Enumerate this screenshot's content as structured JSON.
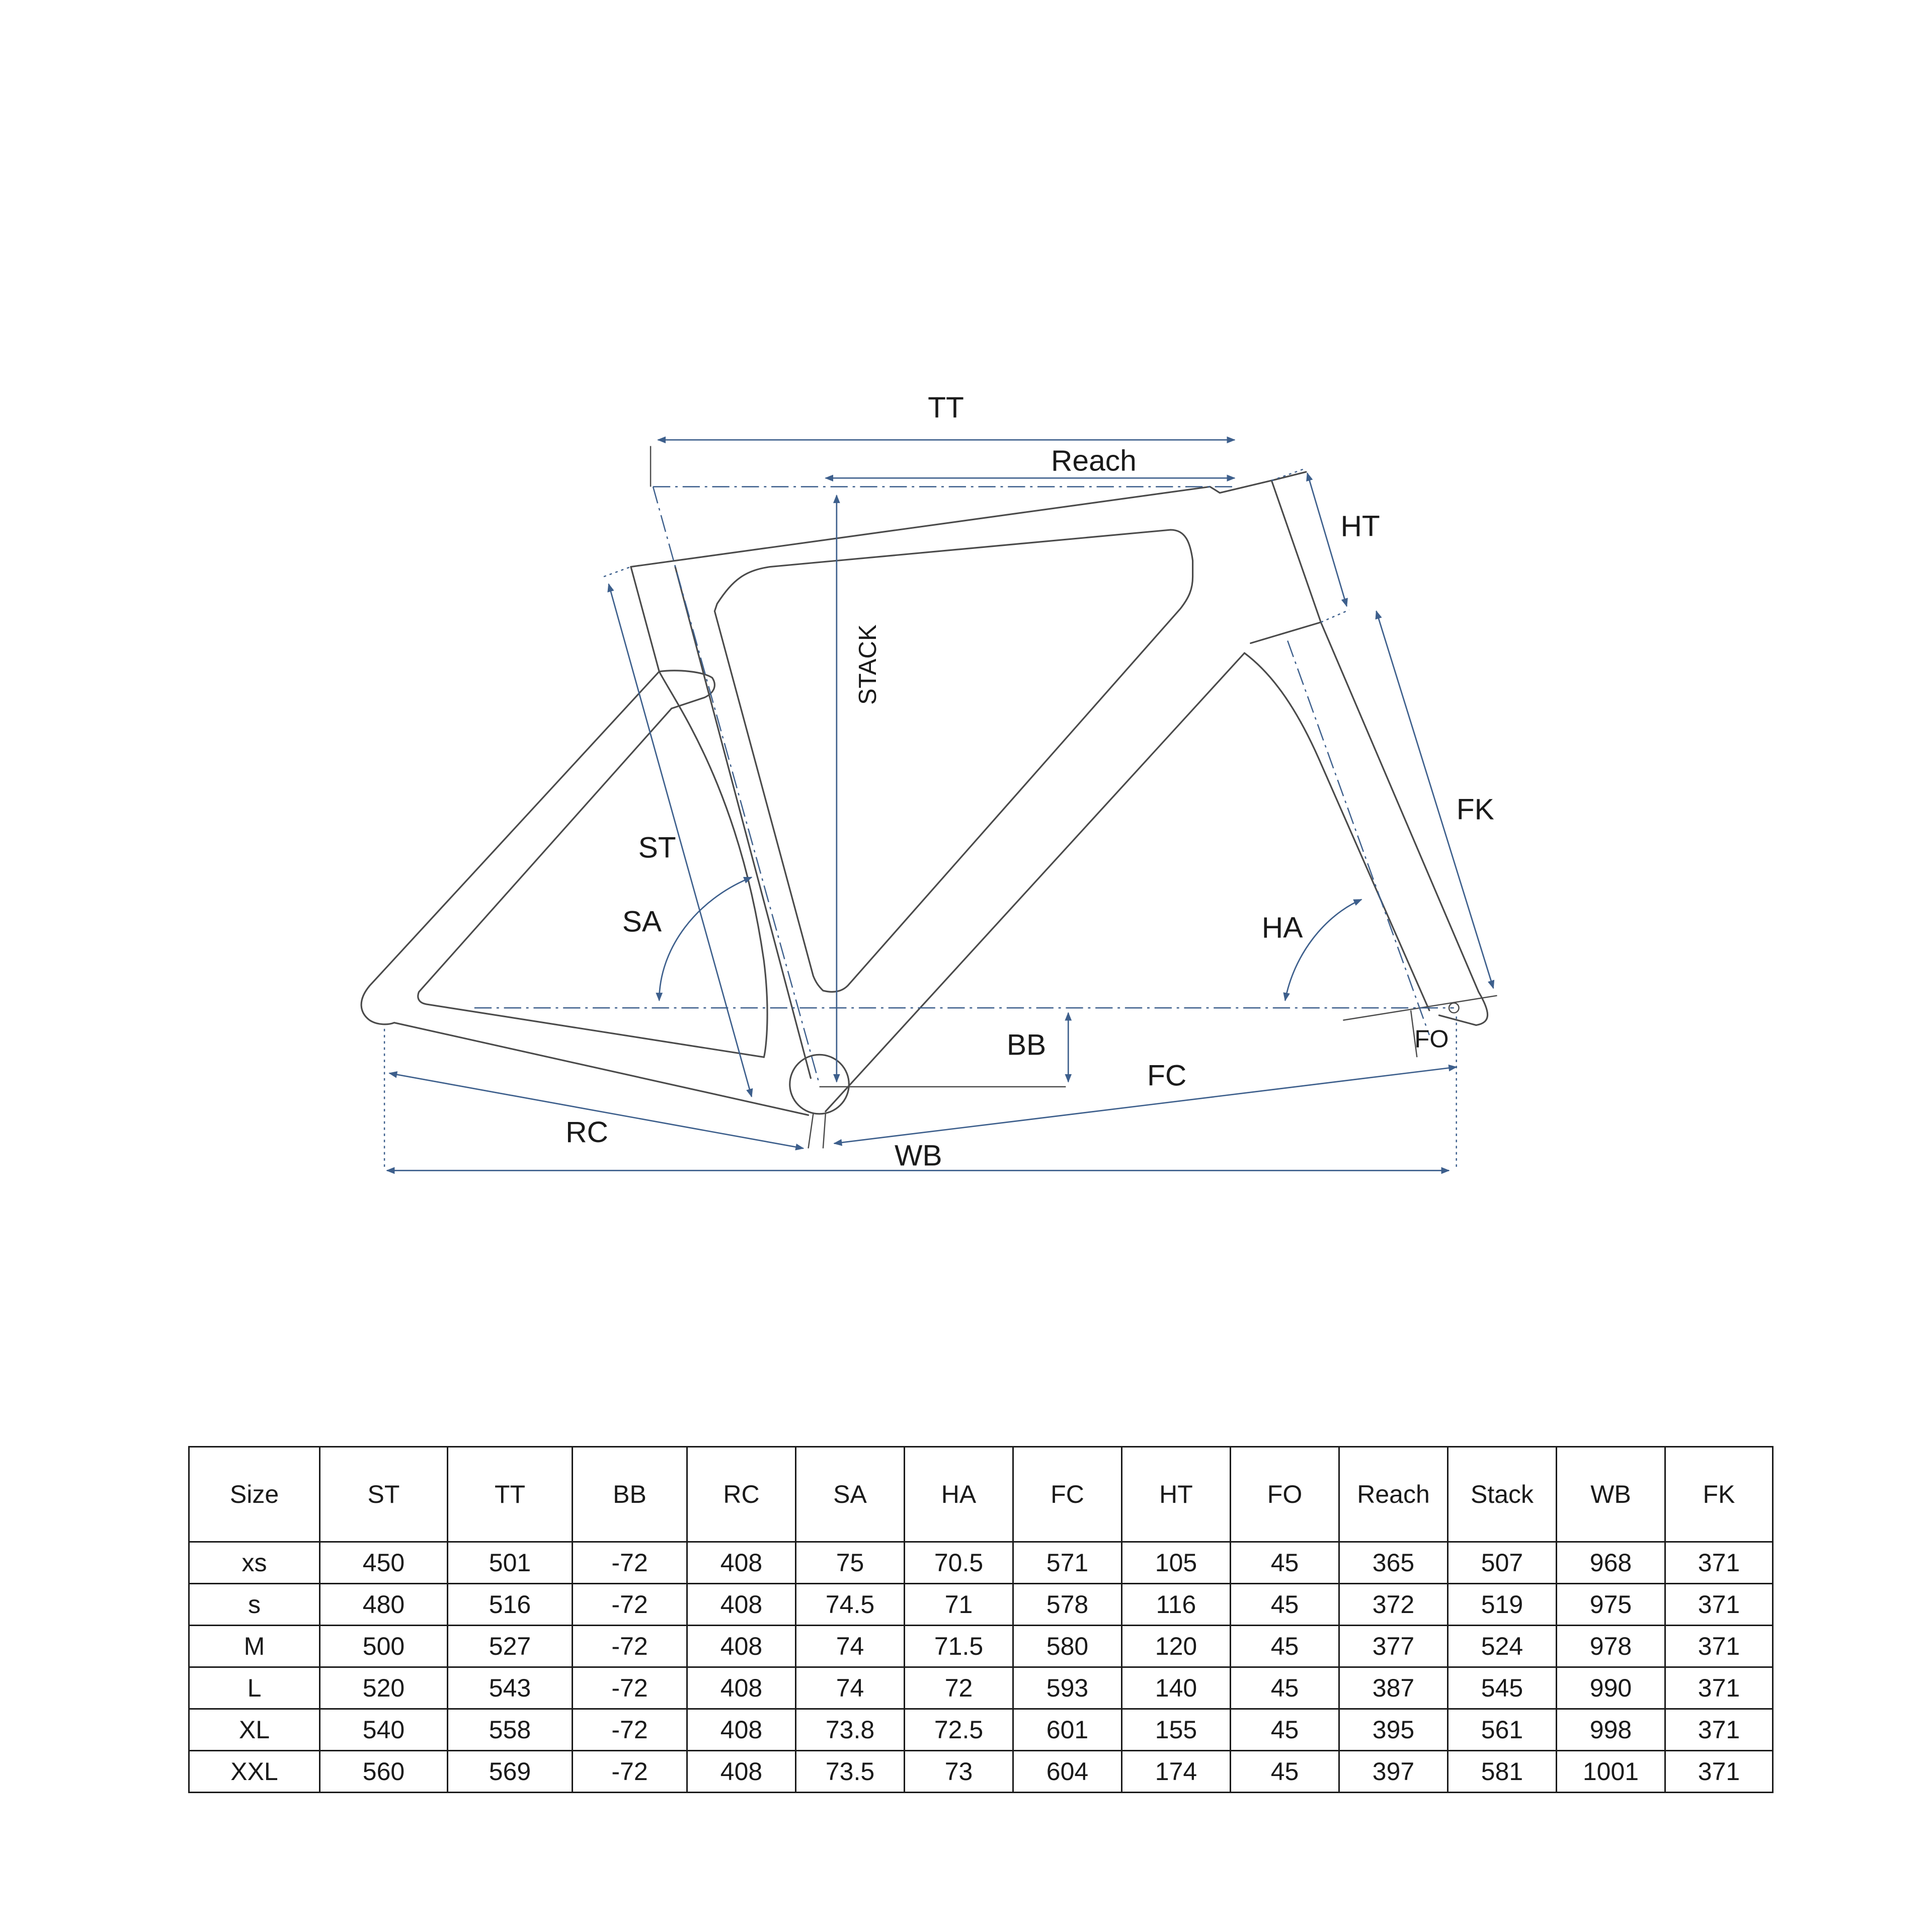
{
  "diagram": {
    "labels": {
      "tt": "TT",
      "reach": "Reach",
      "ht": "HT",
      "stack": "STACK",
      "fk": "FK",
      "st": "ST",
      "sa": "SA",
      "ha": "HA",
      "bb": "BB",
      "fc": "FC",
      "fo": "FO",
      "rc": "RC",
      "wb": "WB"
    },
    "colors": {
      "dimension": "#3d5f8c",
      "frame": "#4a4a4a"
    }
  },
  "table": {
    "headers": [
      "Size",
      "ST",
      "TT",
      "BB",
      "RC",
      "SA",
      "HA",
      "FC",
      "HT",
      "FO",
      "Reach",
      "Stack",
      "WB",
      "FK"
    ],
    "rows": [
      [
        "xs",
        "450",
        "501",
        "-72",
        "408",
        "75",
        "70.5",
        "571",
        "105",
        "45",
        "365",
        "507",
        "968",
        "371"
      ],
      [
        "s",
        "480",
        "516",
        "-72",
        "408",
        "74.5",
        "71",
        "578",
        "116",
        "45",
        "372",
        "519",
        "975",
        "371"
      ],
      [
        "M",
        "500",
        "527",
        "-72",
        "408",
        "74",
        "71.5",
        "580",
        "120",
        "45",
        "377",
        "524",
        "978",
        "371"
      ],
      [
        "L",
        "520",
        "543",
        "-72",
        "408",
        "74",
        "72",
        "593",
        "140",
        "45",
        "387",
        "545",
        "990",
        "371"
      ],
      [
        "XL",
        "540",
        "558",
        "-72",
        "408",
        "73.8",
        "72.5",
        "601",
        "155",
        "45",
        "395",
        "561",
        "998",
        "371"
      ],
      [
        "XXL",
        "560",
        "569",
        "-72",
        "408",
        "73.5",
        "73",
        "604",
        "174",
        "45",
        "397",
        "581",
        "1001",
        "371"
      ]
    ]
  }
}
